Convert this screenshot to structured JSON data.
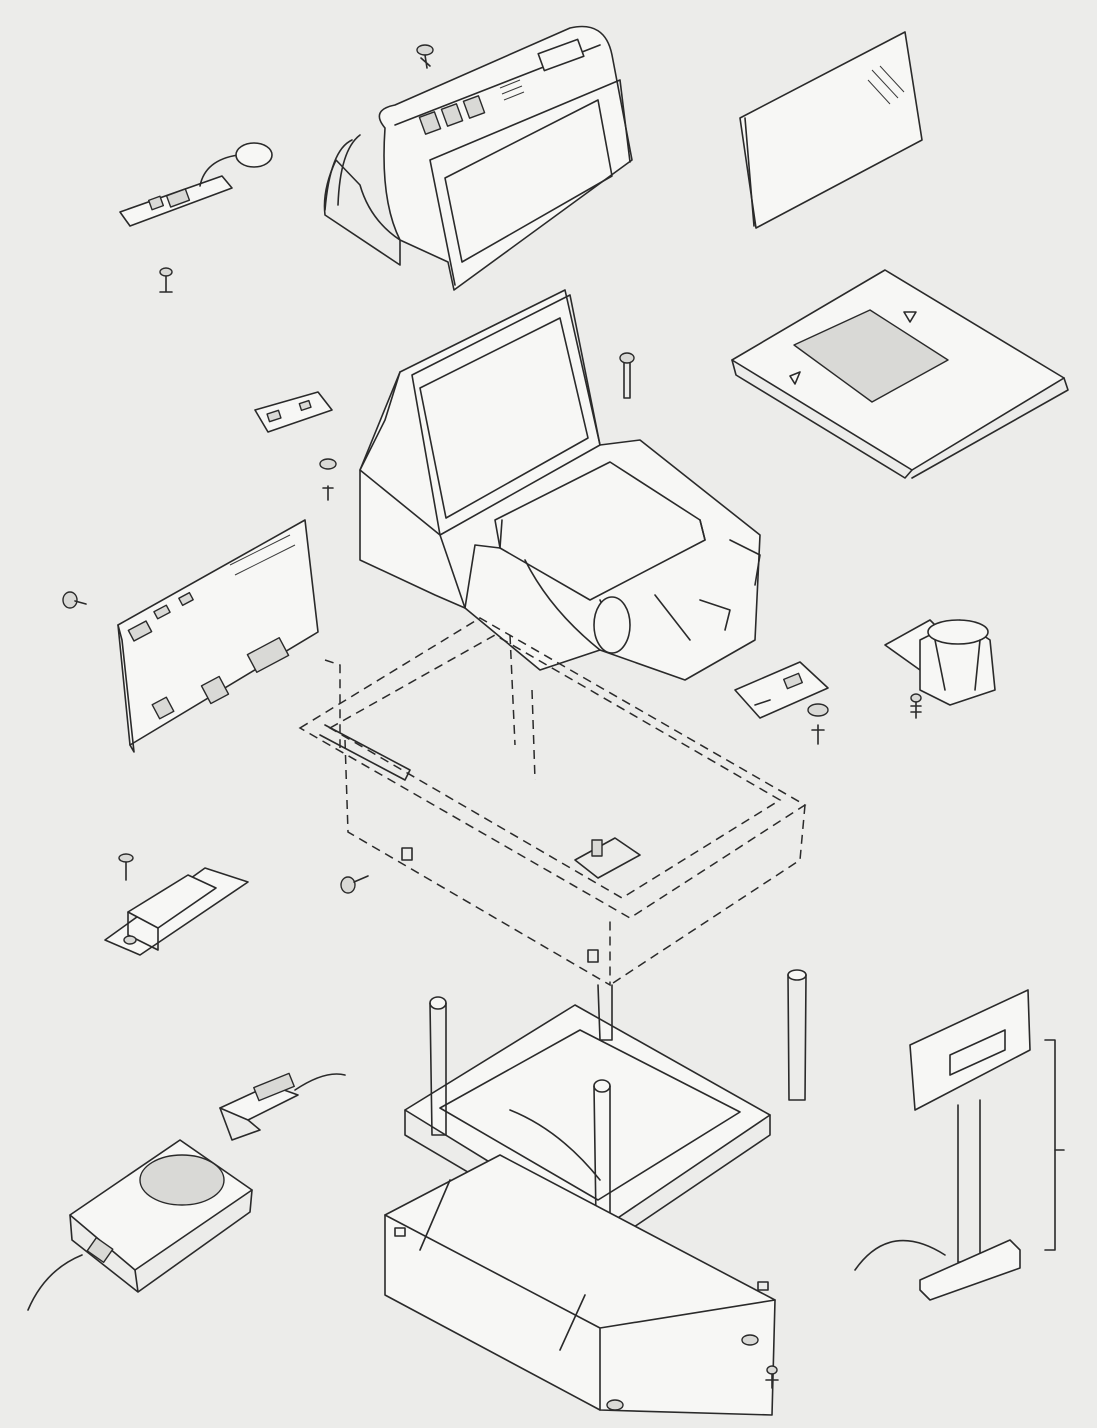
{
  "diagram": {
    "type": "exploded-assembly-drawing",
    "paper_color": "#ececea",
    "line_color": "#2a2a2a",
    "parts": [
      "screw",
      "display-hood",
      "glass-plate",
      "speaker-board",
      "screw",
      "top-plate",
      "scanner-body",
      "small-circuit-board",
      "screw",
      "washer",
      "main-circuit-board",
      "screw",
      "chassis-frame",
      "circuit-board",
      "washer",
      "screw",
      "motor-assembly",
      "screw",
      "screw",
      "power-module",
      "screw",
      "guide-pin",
      "scale-spider",
      "guide-pin",
      "pole-display",
      "connector",
      "power-supply",
      "base-tray",
      "screw"
    ]
  }
}
